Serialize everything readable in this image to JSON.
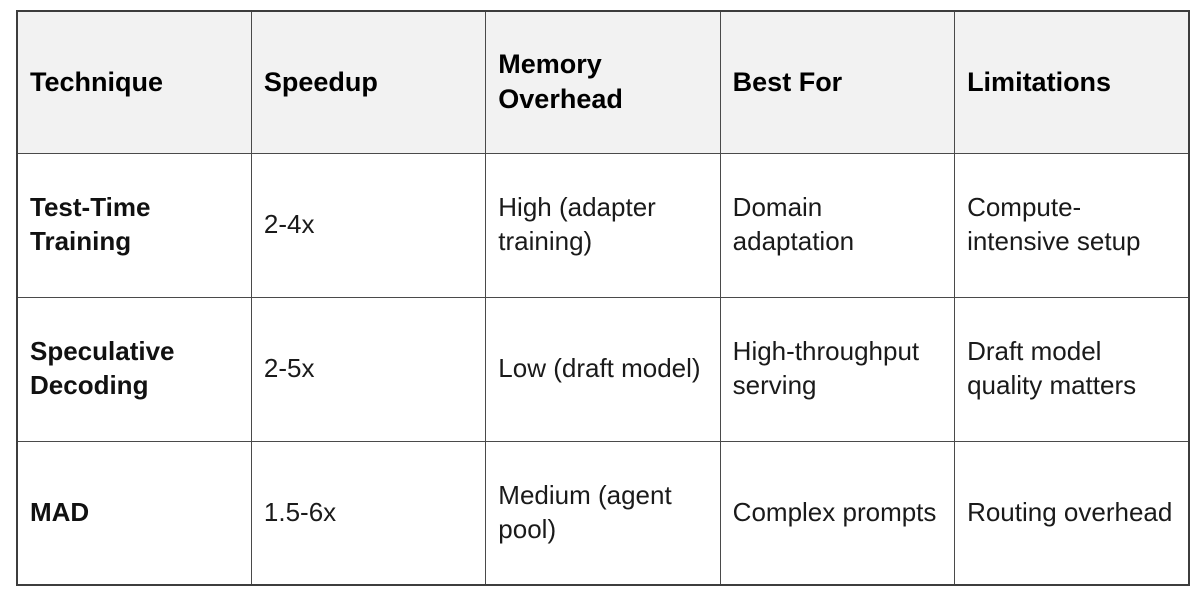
{
  "table": {
    "headers": [
      "Technique",
      "Speedup",
      "Memory Overhead",
      "Best For",
      "Limitations"
    ],
    "rows": [
      {
        "technique": "Test-Time Training",
        "speedup": "2-4x",
        "memory_overhead": "High (adapter training)",
        "best_for": "Domain adaptation",
        "limitations": "Compute-intensive setup"
      },
      {
        "technique": "Speculative Decoding",
        "speedup": "2-5x",
        "memory_overhead": "Low (draft model)",
        "best_for": "High-throughput serving",
        "limitations": "Draft model quality matters"
      },
      {
        "technique": "MAD",
        "speedup": "1.5-6x",
        "memory_overhead": "Medium (agent pool)",
        "best_for": "Complex prompts",
        "limitations": "Routing overhead"
      }
    ],
    "colors": {
      "header_bg": "#f2f2f2",
      "border": "#4a4a4a",
      "header_text": "#000000",
      "body_text": "#1a1a1a",
      "background": "#ffffff"
    }
  },
  "chart_data": {
    "type": "table",
    "title": "",
    "columns": [
      "Technique",
      "Speedup",
      "Memory Overhead",
      "Best For",
      "Limitations"
    ],
    "rows": [
      [
        "Test-Time Training",
        "2-4x",
        "High (adapter training)",
        "Domain adaptation",
        "Compute-intensive setup"
      ],
      [
        "Speculative Decoding",
        "2-5x",
        "Low (draft model)",
        "High-throughput serving",
        "Draft model quality matters"
      ],
      [
        "MAD",
        "1.5-6x",
        "Medium (agent pool)",
        "Complex prompts",
        "Routing overhead"
      ]
    ]
  }
}
